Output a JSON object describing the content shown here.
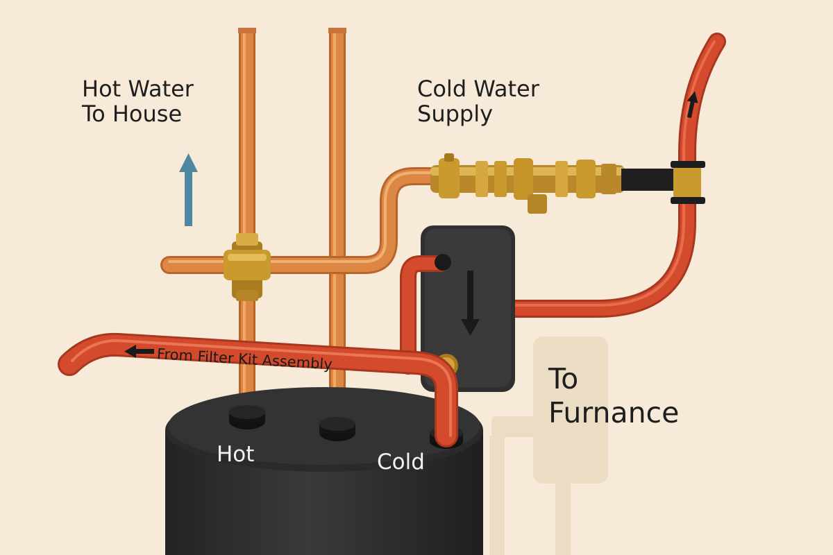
{
  "labels": {
    "hot_water_to_house": [
      "Hot Water",
      "To House"
    ],
    "cold_water_supply": [
      "Cold Water",
      "Supply"
    ],
    "to_furnace": [
      "To",
      "Furnance"
    ],
    "hot": "Hot",
    "cold": "Cold",
    "from_filter_kit": "From Filter Kit Assembly"
  },
  "colors": {
    "background": "#f7ead8",
    "copper": "#d9823f",
    "brass": "#c99a2e",
    "red_pex": "#d44a2c",
    "tank": "#2d2d2d",
    "flow_arrow": "#4f87a0",
    "ghost_shape": "#ebdcc4"
  },
  "icons": [
    "up-arrow-icon",
    "down-arrow-icon",
    "left-arrow-icon"
  ]
}
